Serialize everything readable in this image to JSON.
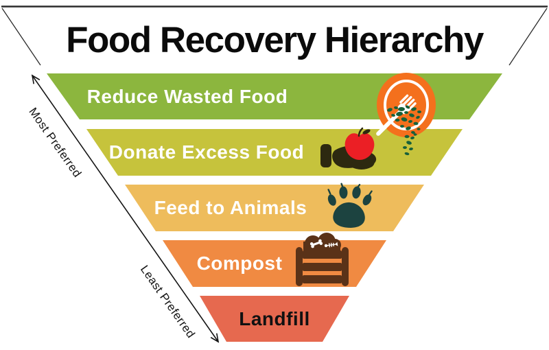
{
  "title": "Food Recovery Hierarchy",
  "preference_scale": {
    "most_label": "Most Preferred",
    "least_label": "Least Preferred"
  },
  "levels": [
    {
      "label": "Reduce Wasted Food",
      "color": "#8CB63E",
      "text_color": "#FFFFFF",
      "icon": "plate-fork-food-scraps-icon"
    },
    {
      "label": "Donate Excess Food",
      "color": "#C6C33C",
      "text_color": "#FFFFFF",
      "icon": "hand-holding-apple-icon"
    },
    {
      "label": "Feed to Animals",
      "color": "#EEBC5C",
      "text_color": "#FFFFFF",
      "icon": "animal-paw-icon"
    },
    {
      "label": "Compost",
      "color": "#F08A42",
      "text_color": "#FFFFFF",
      "icon": "compost-bin-icon"
    },
    {
      "label": "Landfill",
      "color": "#E6694F",
      "text_color": "#111111",
      "icon": null
    }
  ],
  "colors": {
    "plate_orange": "#F4701D",
    "scrap_green": "#17603A",
    "apple_red": "#EB1F25",
    "hand_dark": "#2D2910",
    "paw_teal": "#1C4340",
    "bin_brown": "#5A3218",
    "outline": "#1f1f1f"
  }
}
